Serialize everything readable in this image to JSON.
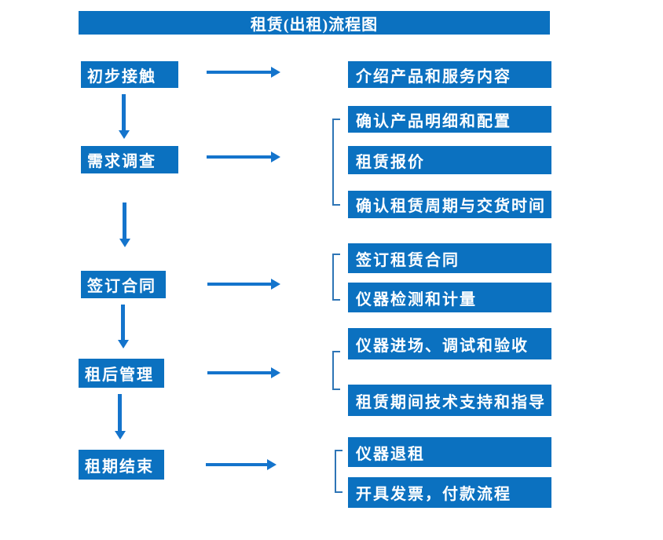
{
  "title": "租赁(出租)流程图",
  "colors": {
    "primary_blue": "#0b71c0",
    "arrow_blue": "#1474cc",
    "bracket_blue": "#2e75b6",
    "text_white": "#ffffff"
  },
  "steps": [
    {
      "label": "初步接触",
      "details": [
        "介绍产品和服务内容"
      ]
    },
    {
      "label": "需求调查",
      "details": [
        "确认产品明细和配置",
        "租赁报价",
        "确认租赁周期与交货时间"
      ]
    },
    {
      "label": "签订合同",
      "details": [
        "签订租赁合同",
        "仪器检测和计量"
      ]
    },
    {
      "label": "租后管理",
      "details": [
        "仪器进场、调试和验收",
        "租赁期间技术支持和指导"
      ]
    },
    {
      "label": "租期结束",
      "details": [
        "仪器退租",
        "开具发票，付款流程"
      ]
    }
  ]
}
